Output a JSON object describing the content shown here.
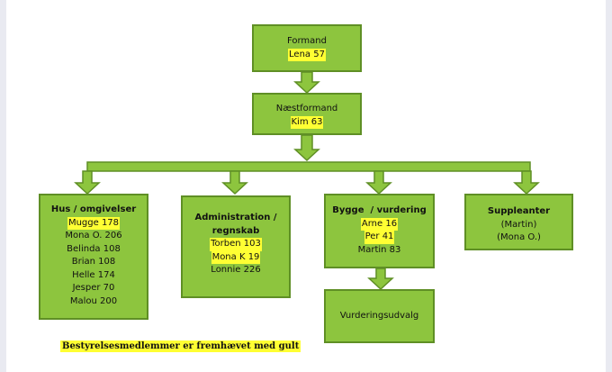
{
  "chairman": {
    "title": "Formand",
    "member": "Lena 57"
  },
  "vice_chairman": {
    "title": "Næstformand",
    "member": "Kim 63"
  },
  "groups": [
    {
      "title": "Hus / omgivelser",
      "members": [
        {
          "name": "Mugge 178",
          "board": true
        },
        {
          "name": "Mona O. 206",
          "board": false
        },
        {
          "name": "Belinda 108",
          "board": false
        },
        {
          "name": "Brian 108",
          "board": false
        },
        {
          "name": "Helle 174",
          "board": false
        },
        {
          "name": "Jesper 70",
          "board": false
        },
        {
          "name": "Malou 200",
          "board": false
        }
      ]
    },
    {
      "title_line1": "Administration /",
      "title_line2": "regnskab",
      "members": [
        {
          "name": "Torben 103",
          "board": true
        },
        {
          "name": "Mona K 19",
          "board": true
        },
        {
          "name": "Lonnie 226",
          "board": false
        }
      ]
    },
    {
      "title": "Bygge  / vurdering",
      "members": [
        {
          "name": "Arne 16",
          "board": true
        },
        {
          "name": "Per 41",
          "board": true
        },
        {
          "name": "Martin 83",
          "board": false
        }
      ]
    },
    {
      "title": "Suppleanter",
      "members": [
        {
          "name": "(Martin)",
          "board": false
        },
        {
          "name": "(Mona O.)",
          "board": false
        }
      ]
    }
  ],
  "subgroup": {
    "title": "Vurderingsudvalg"
  },
  "note": "Bestyrelsesmedlemmer er fremhævet med gult",
  "colors": {
    "box_fill": "#8dc53e",
    "box_border": "#5f8f25",
    "highlight": "#ffff33"
  }
}
